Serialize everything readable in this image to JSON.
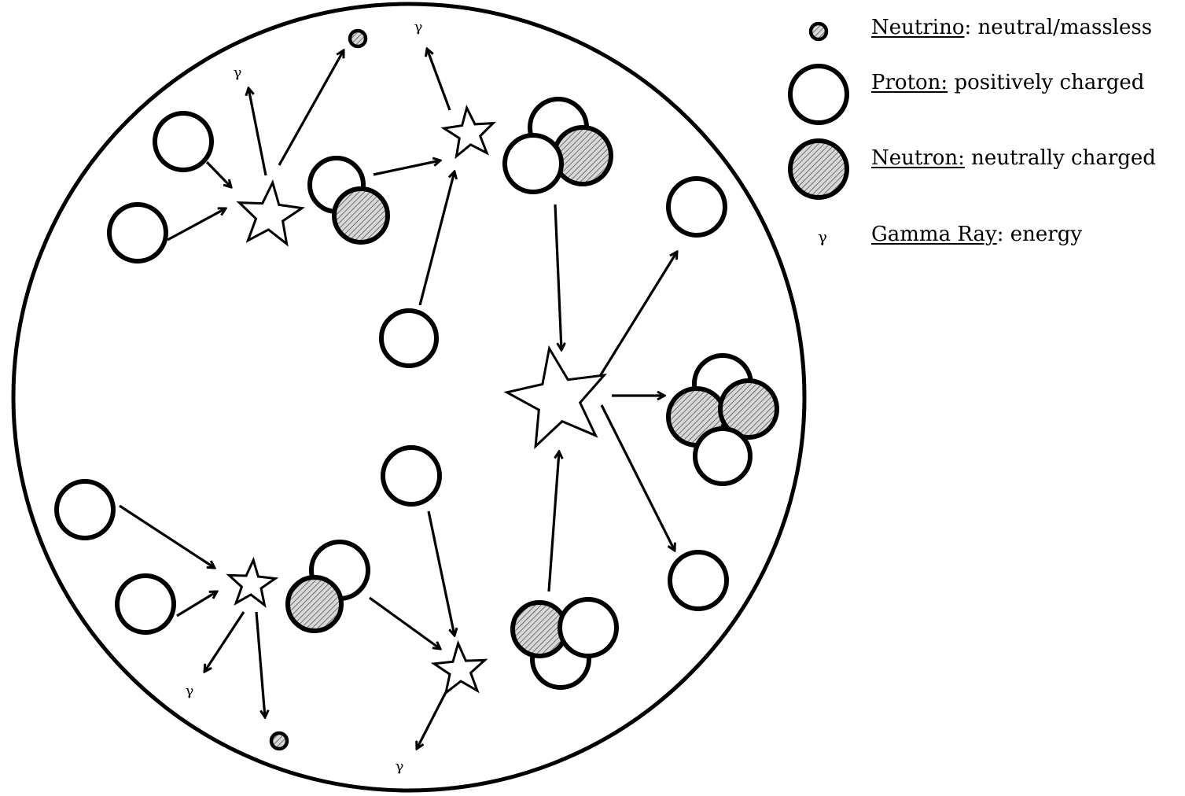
{
  "colors": {
    "ink": "#000000",
    "neutron_fill": "#b8b8b8",
    "background": "#ffffff"
  },
  "legend": [
    {
      "icon": "neutrino-icon",
      "term": "Neutrino",
      "desc": ": neutral/massless"
    },
    {
      "icon": "proton-icon",
      "term": "Proton:",
      "desc": " positively charged"
    },
    {
      "icon": "neutron-icon",
      "term": "Neutron:",
      "desc": " neutrally charged"
    },
    {
      "icon": "gamma-ray-icon",
      "glyph": "γ",
      "term": "Gamma Ray",
      "desc": ": energy"
    }
  ],
  "gamma_symbol": "γ"
}
